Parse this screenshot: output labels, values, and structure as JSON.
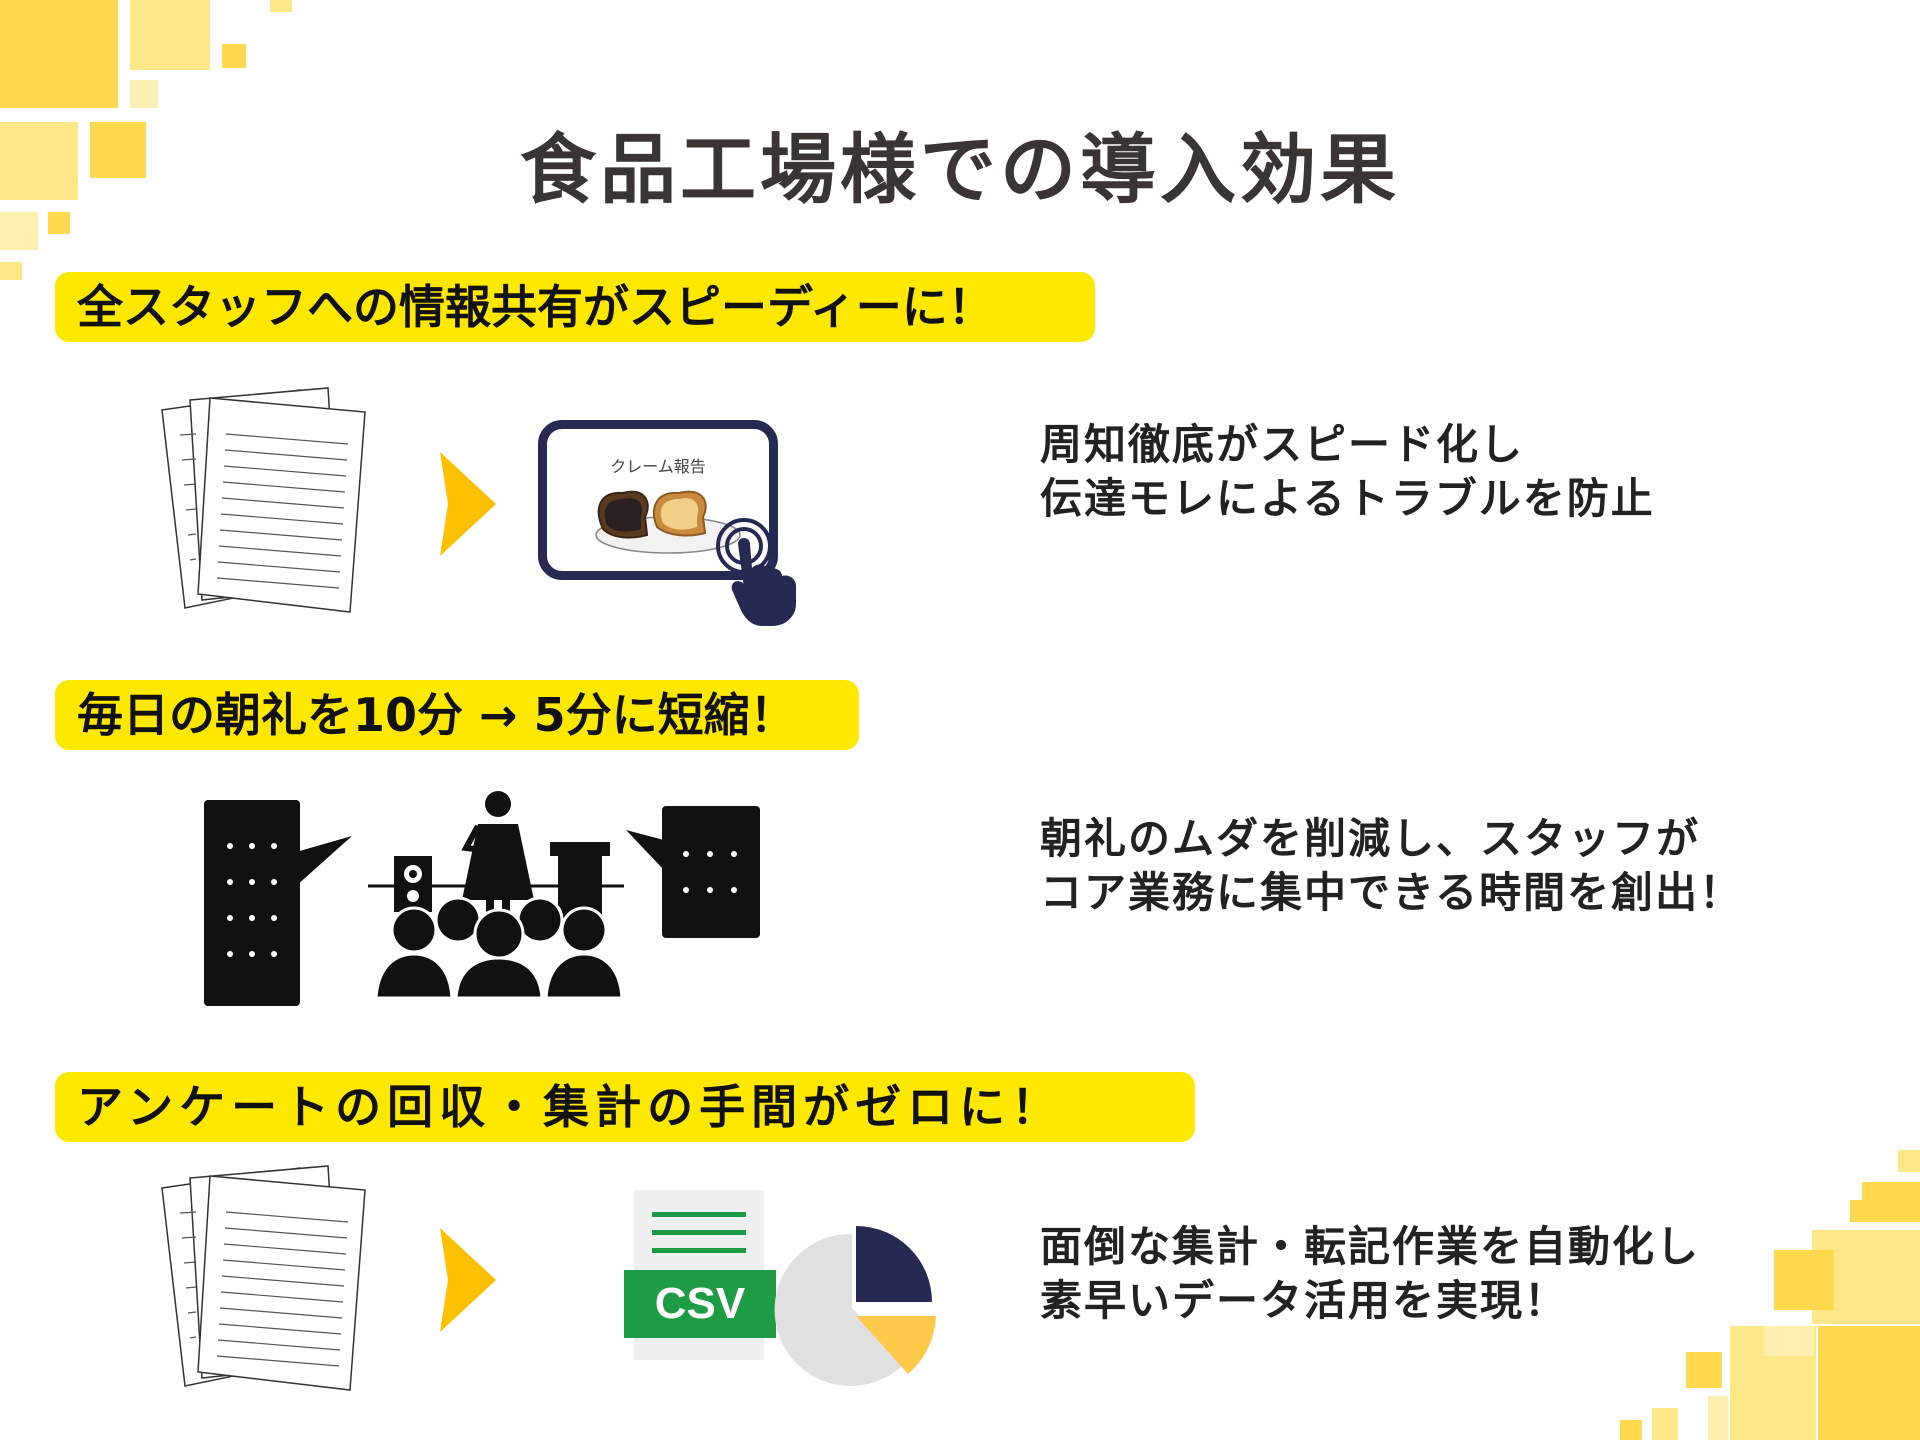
{
  "title": "食品工場様での導入効果",
  "sections": [
    {
      "heading": "全スタッフへの情報共有がスピーディーに！",
      "desc": [
        "周知徹底がスピード化し",
        "伝達モレによるトラブルを防止"
      ],
      "illustration": {
        "tablet_label": "クレーム報告"
      }
    },
    {
      "heading": "毎日の朝礼を10分 → 5分に短縮！",
      "desc": [
        "朝礼のムダを削減し、スタッフが",
        "コア業務に集中できる時間を創出！"
      ]
    },
    {
      "heading": "アンケートの回収・集計の手間がゼロに！",
      "desc": [
        "面倒な集計・転記作業を自動化し",
        "素早いデータ活用を実現！"
      ],
      "illustration": {
        "file_label": "CSV"
      }
    }
  ],
  "colors": {
    "heading_bg": "#ffe800",
    "arrow": "#ffc000",
    "navy": "#262a52",
    "csv_green": "#1d9c45"
  }
}
